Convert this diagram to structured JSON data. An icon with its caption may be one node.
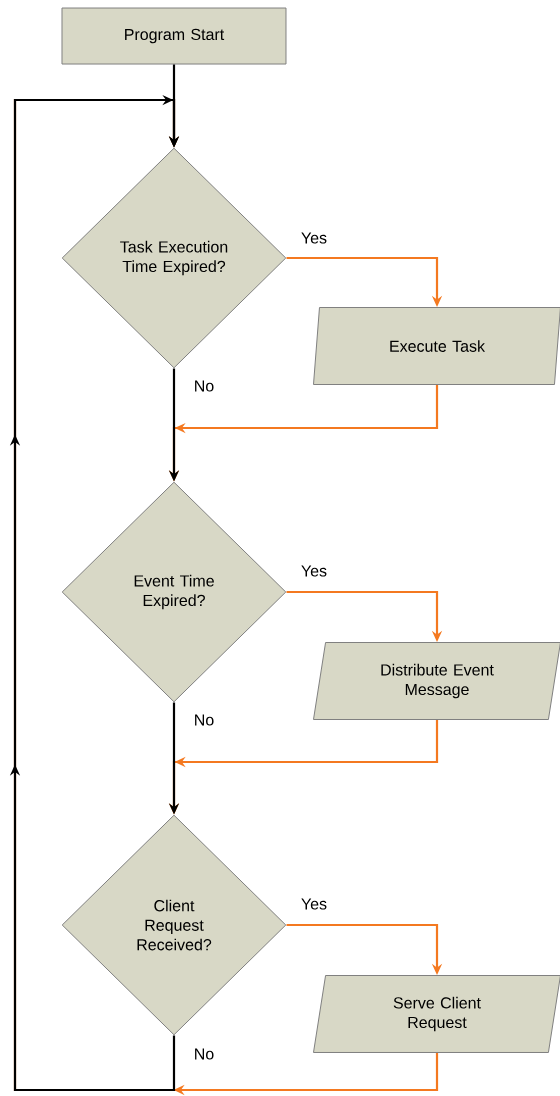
{
  "diagram": {
    "nodes": [
      {
        "text": [
          "Program Start"
        ]
      },
      {
        "text": [
          "Task Execution Time Expired?"
        ]
      },
      {
        "text": [
          "Execute Task"
        ]
      },
      {
        "text": [
          "Event Time Expired?"
        ]
      },
      {
        "text": [
          "Distribute Event Message"
        ]
      },
      {
        "text": [
          "Client Request Received?"
        ]
      },
      {
        "text": [
          "Serve Client Request"
        ]
      }
    ],
    "edges": [
      {
        "from": 0,
        "to": 1,
        "arrow": "to",
        "color": "#000000"
      },
      {
        "from": 1,
        "to": 2,
        "arrow": "to",
        "label": "Yes"
      },
      {
        "from": 2,
        "to": 3,
        "arrow": "to"
      },
      {
        "from": 1,
        "to": 3,
        "arrow": "to",
        "label": "No",
        "color": "#000000"
      },
      {
        "from": 3,
        "to": 4,
        "arrow": "to",
        "label": "Yes"
      },
      {
        "from": 4,
        "to": 5,
        "arrow": "to"
      },
      {
        "from": 3,
        "to": 5,
        "arrow": "to",
        "label": "No",
        "color": "#000000"
      },
      {
        "from": 5,
        "to": 6,
        "arrow": "to",
        "label": "Yes"
      },
      {
        "from": 6,
        "to": 1,
        "arrow": "to"
      },
      {
        "from": 5,
        "to": 1,
        "arrow": "to",
        "label": "No",
        "color": "#000000"
      }
    ]
  }
}
